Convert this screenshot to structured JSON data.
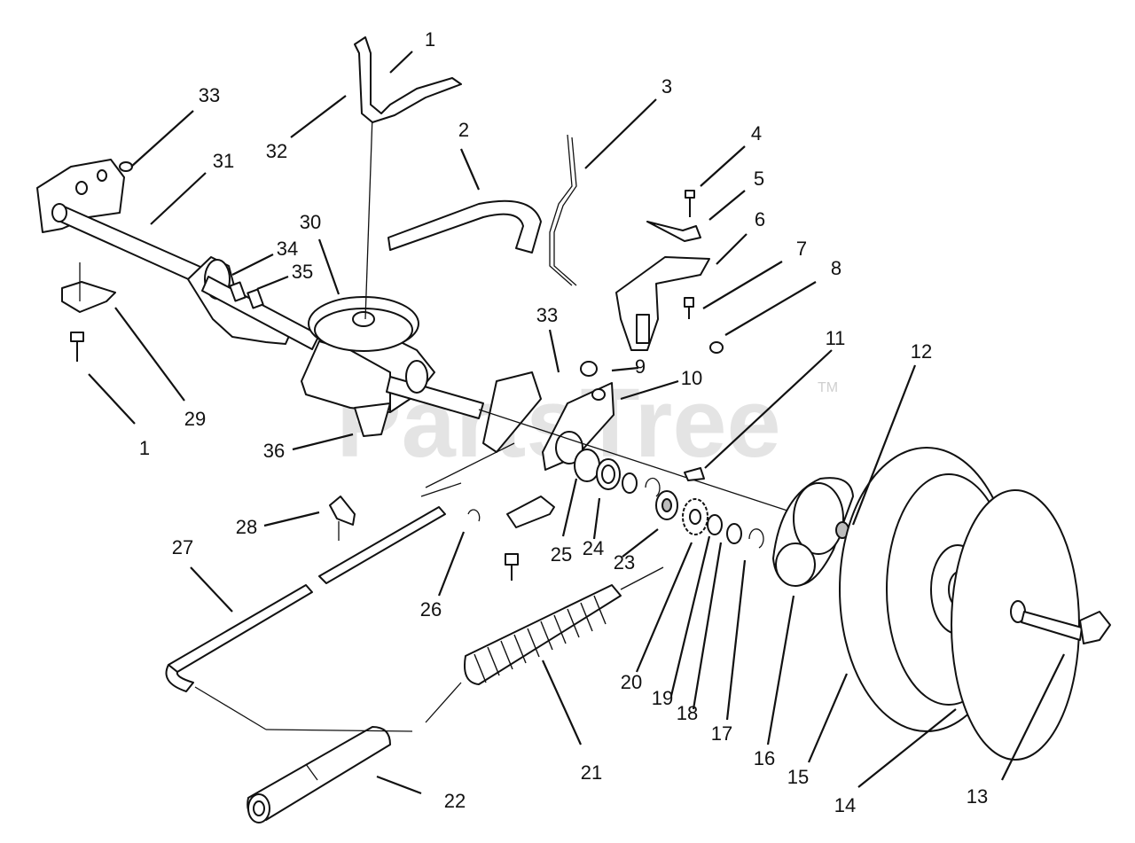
{
  "watermark": {
    "text": "PartsTree",
    "tm": "TM"
  },
  "callouts": [
    "1",
    "2",
    "3",
    "4",
    "5",
    "6",
    "7",
    "8",
    "9",
    "10",
    "11",
    "12",
    "13",
    "14",
    "15",
    "16",
    "17",
    "18",
    "19",
    "20",
    "21",
    "22",
    "23",
    "24",
    "25",
    "26",
    "27",
    "28",
    "29",
    "30",
    "31",
    "32",
    "33",
    "34",
    "35",
    "36"
  ]
}
